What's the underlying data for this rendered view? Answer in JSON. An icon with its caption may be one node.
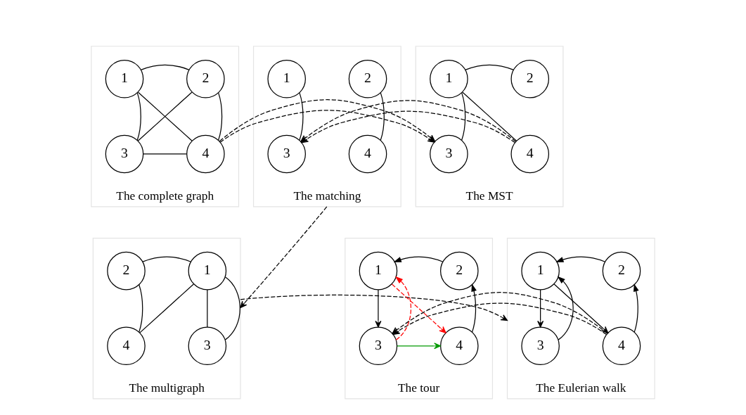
{
  "diagram": {
    "nodes": [
      {
        "text": [
          "The complete graph"
        ]
      },
      {
        "text": [
          "1"
        ],
        "in": 0
      },
      {
        "text": [
          "2"
        ],
        "in": 0
      },
      {
        "text": [
          "3"
        ],
        "in": 0
      },
      {
        "text": [
          "4"
        ],
        "in": 0
      },
      {
        "text": [
          "The MST"
        ]
      },
      {
        "text": [
          "1"
        ],
        "in": 5
      },
      {
        "text": [
          "2"
        ],
        "in": 5
      },
      {
        "text": [
          "3"
        ],
        "in": 5
      },
      {
        "text": [
          "4"
        ],
        "in": 5
      },
      {
        "text": [
          "The matching"
        ]
      },
      {
        "text": [
          "1"
        ],
        "in": 10
      },
      {
        "text": [
          "2"
        ],
        "in": 10
      },
      {
        "text": [
          "3"
        ],
        "in": 10
      },
      {
        "text": [
          "4"
        ],
        "in": 10
      },
      {
        "text": [
          "The multigraph"
        ]
      },
      {
        "text": [
          "1"
        ],
        "in": 15
      },
      {
        "text": [
          "2"
        ],
        "in": 15
      },
      {
        "text": [
          "3"
        ],
        "in": 15
      },
      {
        "text": [
          "4"
        ],
        "in": 15
      },
      {
        "text": [
          "The Eulerian walk"
        ]
      },
      {
        "text": [
          "1"
        ],
        "in": 20
      },
      {
        "text": [
          "2"
        ],
        "in": 20
      },
      {
        "text": [
          "3"
        ],
        "in": 20
      },
      {
        "text": [
          "4"
        ],
        "in": 20
      },
      {
        "text": [
          "The tour"
        ]
      },
      {
        "text": [
          "1"
        ],
        "in": 25
      },
      {
        "text": [
          "2"
        ],
        "in": 25
      },
      {
        "text": [
          "3"
        ],
        "in": 25
      },
      {
        "text": [
          "4"
        ],
        "in": 25
      }
    ],
    "edges": [
      {
        "from": 1,
        "to": 2,
        "arrow": "none"
      },
      {
        "from": 1,
        "to": 3,
        "arrow": "none"
      },
      {
        "from": 1,
        "to": 4,
        "arrow": "none"
      },
      {
        "from": 2,
        "to": 3,
        "arrow": "none"
      },
      {
        "from": 2,
        "to": 4,
        "arrow": "none"
      },
      {
        "from": 3,
        "to": 4,
        "arrow": "none"
      },
      {
        "from": 0,
        "to": 5,
        "arrow": "to",
        "style": "dashed"
      },
      {
        "from": 6,
        "to": 7,
        "arrow": "none"
      },
      {
        "from": 6,
        "to": 8,
        "arrow": "none"
      },
      {
        "from": 6,
        "to": 9,
        "arrow": "none"
      },
      {
        "from": 5,
        "to": 10,
        "arrow": "to",
        "style": "dashed"
      },
      {
        "from": 11,
        "to": 13,
        "arrow": "none"
      },
      {
        "from": 12,
        "to": 14,
        "arrow": "none"
      },
      {
        "from": 10,
        "to": 15,
        "arrow": "to",
        "style": "dashed"
      },
      {
        "from": 16,
        "to": 17,
        "arrow": "none"
      },
      {
        "from": 16,
        "to": 18,
        "arrow": "none"
      },
      {
        "from": 16,
        "to": 18,
        "arrow": "none"
      },
      {
        "from": 16,
        "to": 19,
        "arrow": "none"
      },
      {
        "from": 17,
        "to": 19,
        "arrow": "none"
      },
      {
        "from": 15,
        "to": 20,
        "arrow": "to",
        "style": "dashed"
      },
      {
        "from": 21,
        "to": 23,
        "arrow": "to"
      },
      {
        "from": 23,
        "to": 21,
        "arrow": "to"
      },
      {
        "from": 21,
        "to": 24,
        "arrow": "to"
      },
      {
        "from": 24,
        "to": 22,
        "arrow": "to"
      },
      {
        "from": 22,
        "to": 21,
        "arrow": "to"
      },
      {
        "from": 20,
        "to": 25,
        "arrow": "to",
        "style": "dashed"
      },
      {
        "from": 26,
        "to": 28,
        "arrow": "to"
      },
      {
        "from": 28,
        "to": 26,
        "arrow": "to",
        "style": "dashed",
        "color": "#ff0000"
      },
      {
        "from": 26,
        "to": 29,
        "arrow": "to",
        "style": "dashed",
        "color": "#ff0000"
      },
      {
        "from": 29,
        "to": 27,
        "arrow": "to"
      },
      {
        "from": 27,
        "to": 26,
        "arrow": "to"
      },
      {
        "from": 28,
        "to": 29,
        "arrow": "to",
        "color": "#009900"
      }
    ]
  }
}
